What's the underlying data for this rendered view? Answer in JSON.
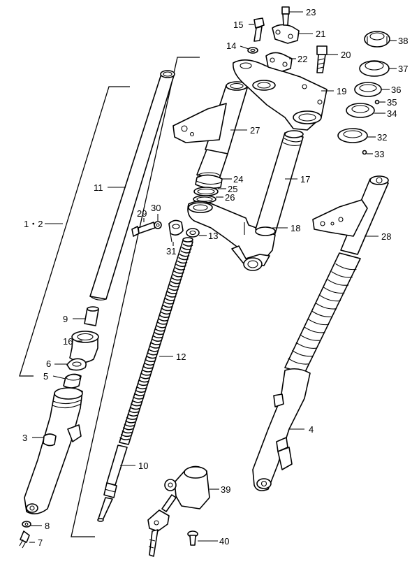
{
  "diagram": {
    "callouts": [
      {
        "id": "p1-2",
        "text": "1・2"
      },
      {
        "id": "p3",
        "text": "3"
      },
      {
        "id": "p4",
        "text": "4"
      },
      {
        "id": "p5",
        "text": "5"
      },
      {
        "id": "p6",
        "text": "6"
      },
      {
        "id": "p7",
        "text": "7"
      },
      {
        "id": "p8",
        "text": "8"
      },
      {
        "id": "p9",
        "text": "9"
      },
      {
        "id": "p10",
        "text": "10"
      },
      {
        "id": "p11",
        "text": "11"
      },
      {
        "id": "p12",
        "text": "12"
      },
      {
        "id": "p13",
        "text": "13"
      },
      {
        "id": "p14",
        "text": "14"
      },
      {
        "id": "p15",
        "text": "15"
      },
      {
        "id": "p16",
        "text": "16"
      },
      {
        "id": "p17",
        "text": "17"
      },
      {
        "id": "p18",
        "text": "18"
      },
      {
        "id": "p19",
        "text": "19"
      },
      {
        "id": "p20",
        "text": "20"
      },
      {
        "id": "p21",
        "text": "21"
      },
      {
        "id": "p22",
        "text": "22"
      },
      {
        "id": "p23",
        "text": "23"
      },
      {
        "id": "p24",
        "text": "24"
      },
      {
        "id": "p25",
        "text": "25"
      },
      {
        "id": "p26",
        "text": "26"
      },
      {
        "id": "p27",
        "text": "27"
      },
      {
        "id": "p28",
        "text": "28"
      },
      {
        "id": "p29",
        "text": "29"
      },
      {
        "id": "p30",
        "text": "30"
      },
      {
        "id": "p31",
        "text": "31"
      },
      {
        "id": "p32",
        "text": "32"
      },
      {
        "id": "p33",
        "text": "33"
      },
      {
        "id": "p34",
        "text": "34"
      },
      {
        "id": "p35",
        "text": "35"
      },
      {
        "id": "p36",
        "text": "36"
      },
      {
        "id": "p37",
        "text": "37"
      },
      {
        "id": "p38",
        "text": "38"
      },
      {
        "id": "p39",
        "text": "39"
      },
      {
        "id": "p40",
        "text": "40"
      }
    ]
  }
}
